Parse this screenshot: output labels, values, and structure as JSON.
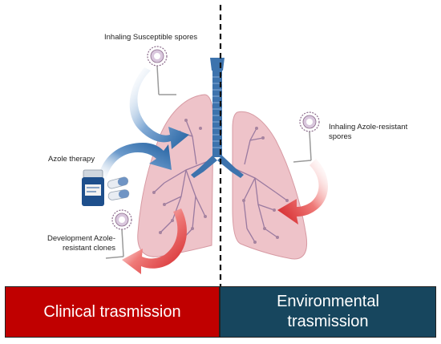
{
  "labels": {
    "inhaling_susceptible": "Inhaling Susceptible spores",
    "azole_therapy": "Azole therapy",
    "development_resistant": "Development Azole-\nresistant clones",
    "inhaling_resistant": "Inhaling Azole-resistant\nspores"
  },
  "panels": {
    "clinical": "Clinical trasmission",
    "environmental": "Environmental\ntrasmission"
  },
  "colors": {
    "clinical_panel": "#c00000",
    "environmental_panel": "#17465e",
    "lung_fill": "#eec3c9",
    "airway": "#3d73ad",
    "blue_arrow": "#2c6aa6",
    "red_arrow": "#d8282a"
  }
}
